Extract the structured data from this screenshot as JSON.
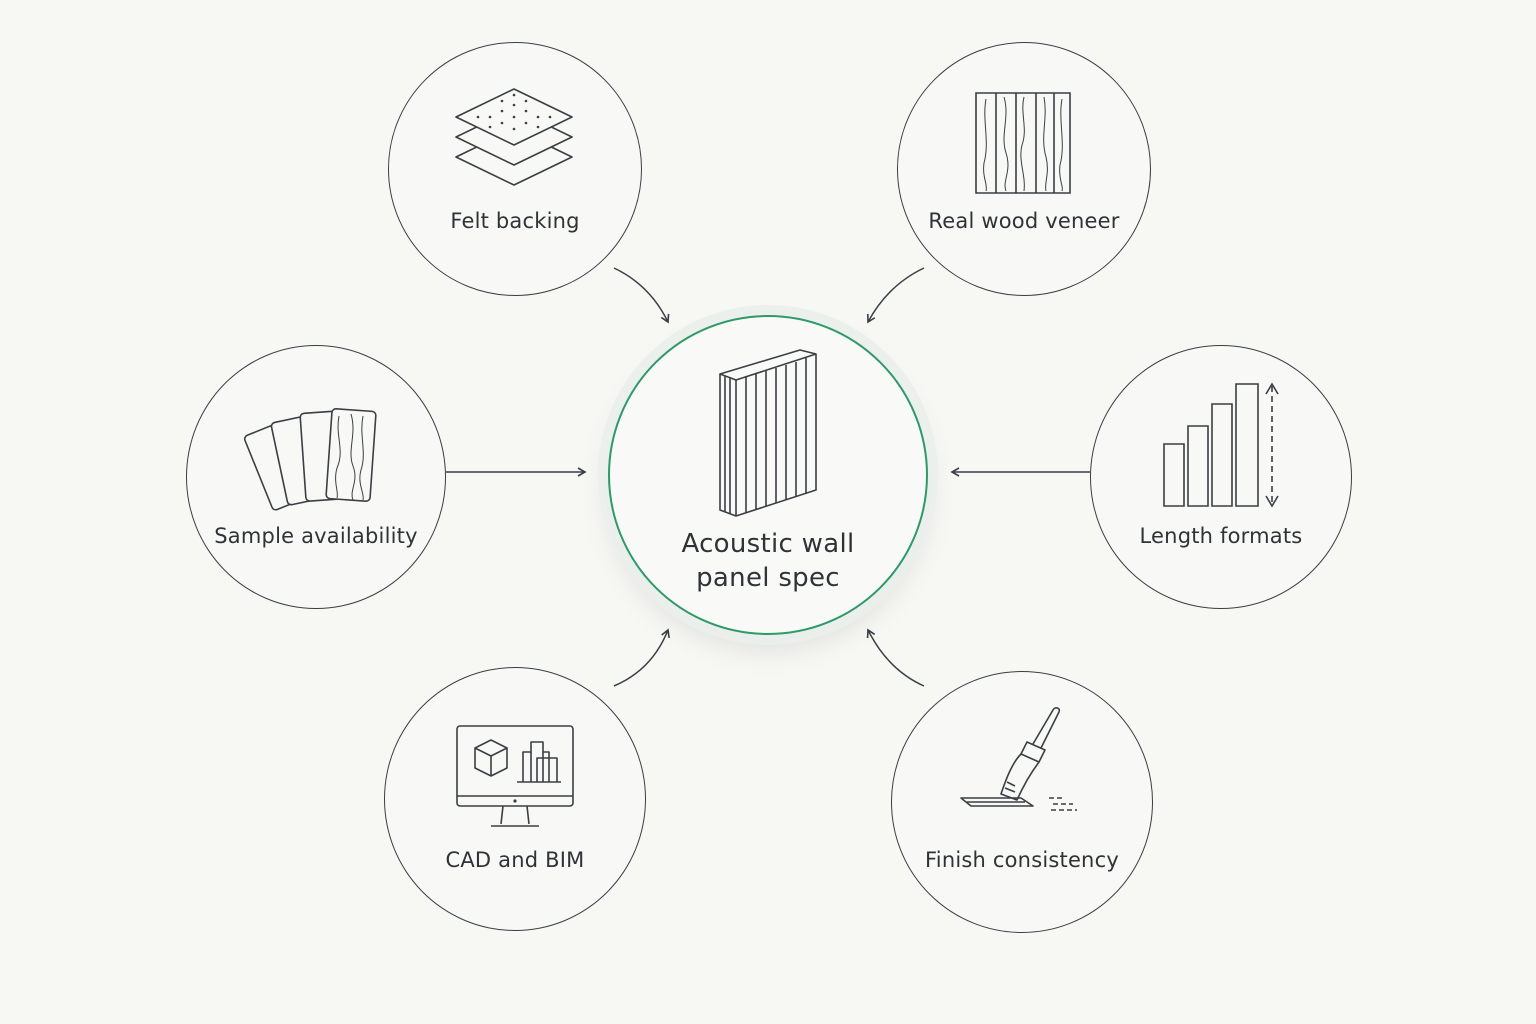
{
  "center": {
    "label_line1": "Acoustic wall",
    "label_line2": "panel spec",
    "icon": "slatted-panel-icon"
  },
  "nodes": [
    {
      "label": "Felt backing",
      "icon": "layers-icon"
    },
    {
      "label": "Real wood veneer",
      "icon": "wood-veneer-icon"
    },
    {
      "label": "Sample availability",
      "icon": "sample-cards-icon"
    },
    {
      "label": "Length formats",
      "icon": "length-bars-icon"
    },
    {
      "label": "CAD and BIM",
      "icon": "monitor-model-icon"
    },
    {
      "label": "Finish consistency",
      "icon": "paintbrush-icon"
    }
  ],
  "colors": {
    "accent": "#2e9a68",
    "line": "#3a3f44",
    "background": "#f7f7f4"
  }
}
